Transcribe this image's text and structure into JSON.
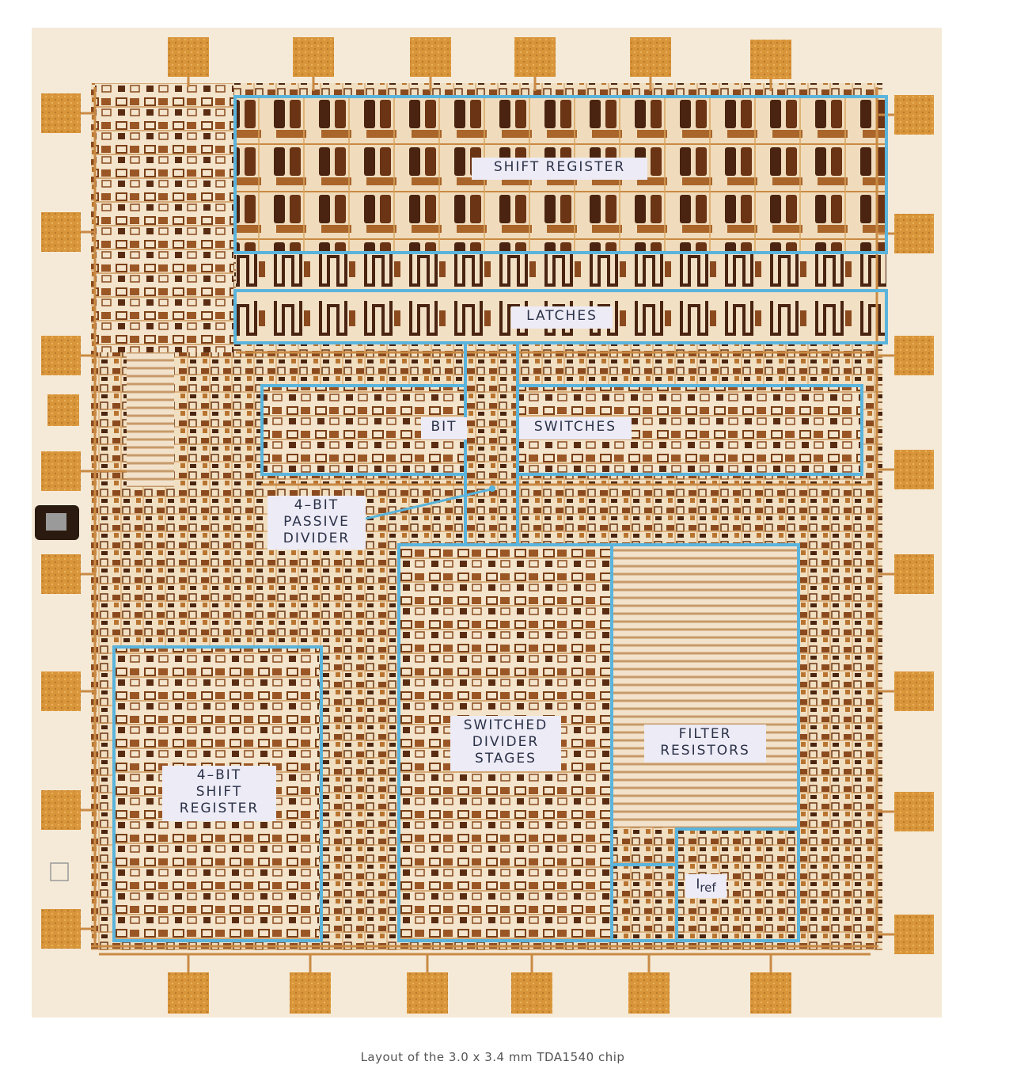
{
  "colors": {
    "region_outline": "#5ab4dc",
    "bond_pad": "#d99a3c",
    "metal_trace": "#c98a44",
    "die_background": "#f3e7d2",
    "label_background": "#ecebf6",
    "label_text": "#2b3147"
  },
  "labels": {
    "shift_register": "SHIFT REGISTER",
    "latches": "LATCHES",
    "bit": "BIT",
    "switches": "SWITCHES",
    "passive_divider": [
      "4–BIT",
      "PASSIVE",
      "DIVIDER"
    ],
    "small_shift_register": [
      "4–BIT",
      "SHIFT",
      "REGISTER"
    ],
    "switched_divider": [
      "SWITCHED",
      "DIVIDER",
      "STAGES"
    ],
    "filter_resistors": [
      "FILTER",
      "RESISTORS"
    ],
    "iref_main": "I",
    "iref_sub": "ref"
  },
  "caption": "Layout of the 3.0 x 3.4 mm TDA1540 chip"
}
